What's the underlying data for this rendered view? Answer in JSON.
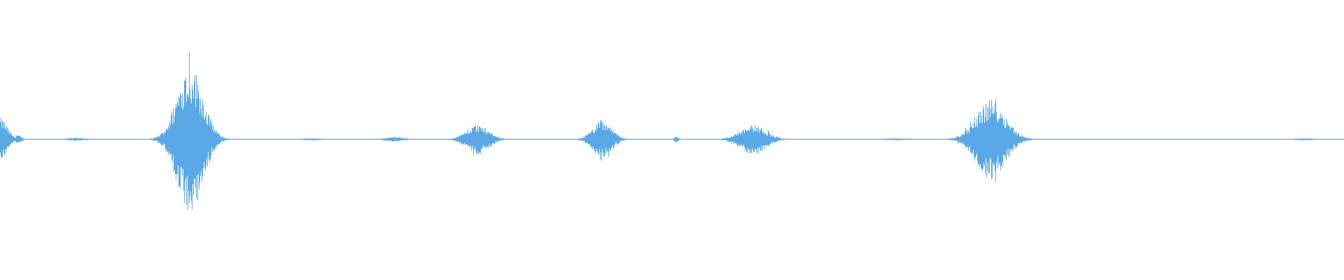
{
  "waveform": {
    "color": "#5aa9e6",
    "background": "#ffffff",
    "duration_fraction_total": 1.0,
    "baseline_amplitude": 0.006,
    "bursts": [
      {
        "center": 0.0,
        "width": 0.022,
        "amplitude": 0.28
      },
      {
        "center": 0.013,
        "width": 0.01,
        "amplitude": 0.06
      },
      {
        "center": 0.057,
        "width": 0.03,
        "amplitude": 0.02
      },
      {
        "center": 0.141,
        "width": 0.04,
        "amplitude": 1.0
      },
      {
        "center": 0.232,
        "width": 0.03,
        "amplitude": 0.015
      },
      {
        "center": 0.293,
        "width": 0.03,
        "amplitude": 0.03
      },
      {
        "center": 0.355,
        "width": 0.034,
        "amplitude": 0.2
      },
      {
        "center": 0.448,
        "width": 0.03,
        "amplitude": 0.24
      },
      {
        "center": 0.503,
        "width": 0.006,
        "amplitude": 0.04
      },
      {
        "center": 0.56,
        "width": 0.04,
        "amplitude": 0.2
      },
      {
        "center": 0.667,
        "width": 0.04,
        "amplitude": 0.015
      },
      {
        "center": 0.737,
        "width": 0.046,
        "amplitude": 0.53
      },
      {
        "center": 0.97,
        "width": 0.03,
        "amplitude": 0.015
      }
    ]
  }
}
